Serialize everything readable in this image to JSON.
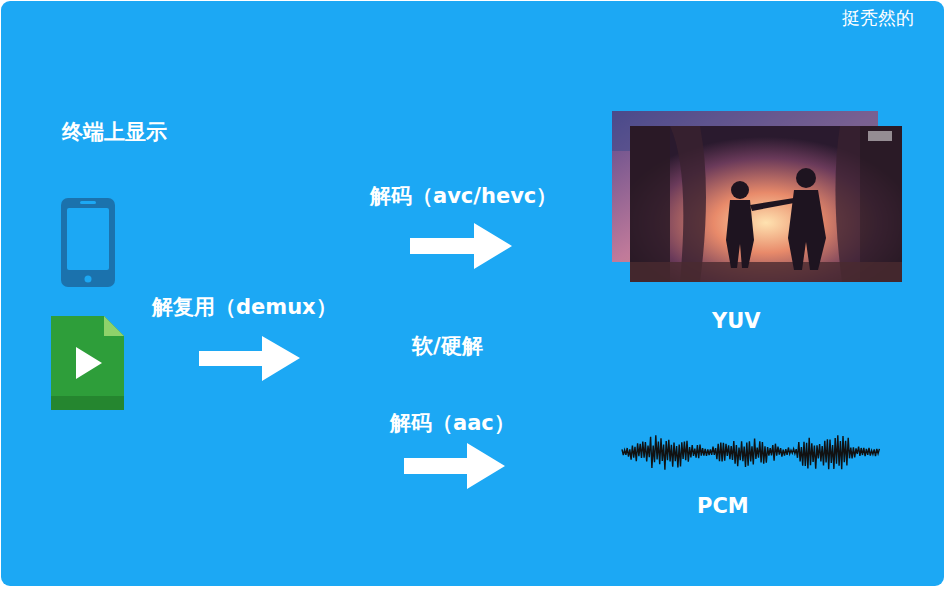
{
  "diagram": {
    "labels": [
      "终端上显示",
      "解复用（demux）",
      "解码（avc/hevc）",
      "软/硬解",
      "解码（aac）",
      "YUV",
      "PCM",
      "挺秃然的"
    ]
  }
}
